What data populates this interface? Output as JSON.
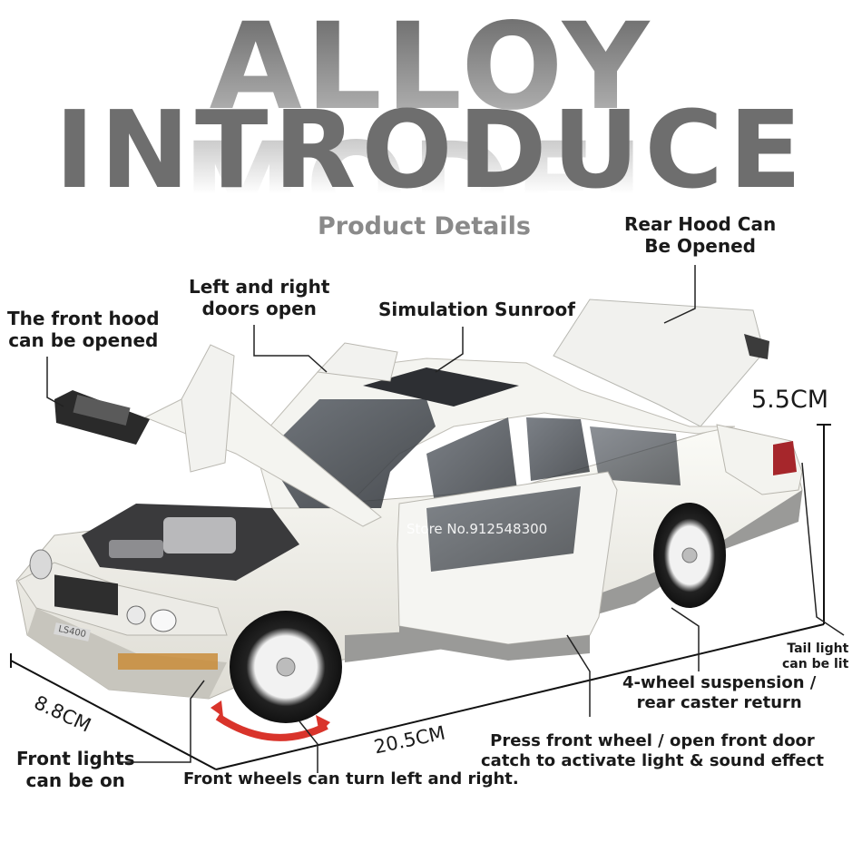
{
  "header": {
    "background_title": "ALLOY MODEL",
    "title": "INTRODUCE",
    "subtitle": "Product Details"
  },
  "callouts": {
    "rear_hood": [
      "Rear Hood Can",
      "Be Opened"
    ],
    "doors": [
      "Left and right",
      "doors open"
    ],
    "sunroof": "Simulation Sunroof",
    "front_hood": [
      "The front hood",
      "can be opened"
    ],
    "tail_light": [
      "Tail light",
      "can be lit"
    ],
    "suspension": [
      "4-wheel suspension /",
      "rear caster return"
    ],
    "press_wheel": [
      "Press front wheel / open front door",
      "catch to activate light & sound effect"
    ],
    "front_lights": [
      "Front lights",
      "can be on"
    ],
    "front_wheels": "Front wheels can turn left and right."
  },
  "dimensions": {
    "height": "5.5CM",
    "width": "8.8CM",
    "length": "20.5CM"
  },
  "watermark": "Store No.912548300",
  "plate": "LS400"
}
